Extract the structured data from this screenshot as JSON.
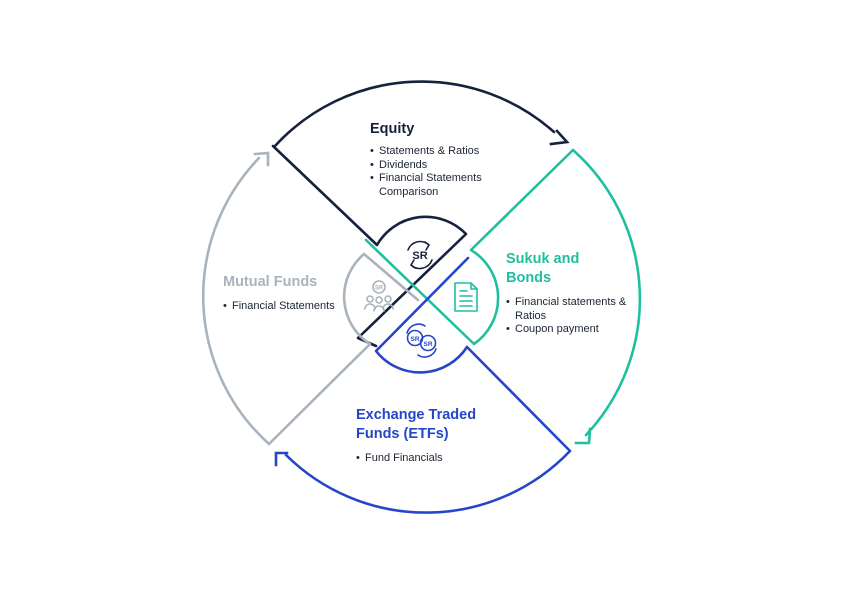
{
  "colors": {
    "equity": "#16213d",
    "sukuk": "#1fbf9f",
    "etf": "#2546c8",
    "mutual": "#a9b3bd"
  },
  "equity": {
    "title": "Equity",
    "items": [
      "Statements & Ratios",
      "Dividends",
      "Financial Statements Comparison"
    ]
  },
  "sukuk": {
    "title_line1": "Sukuk and",
    "title_line2": "Bonds",
    "items": [
      "Financial statements & Ratios",
      "Coupon payment"
    ]
  },
  "etf": {
    "title_line1": "Exchange Traded",
    "title_line2": "Funds (ETFs)",
    "items": [
      "Fund Financials"
    ]
  },
  "mutual": {
    "title": "Mutual Funds",
    "items": [
      "Financial Statements"
    ]
  },
  "icons": {
    "equity": "sr-refresh-icon",
    "sukuk": "document-icon",
    "etf": "double-sr-exchange-icon",
    "mutual": "sr-people-group-icon",
    "sr_text": "SR"
  }
}
